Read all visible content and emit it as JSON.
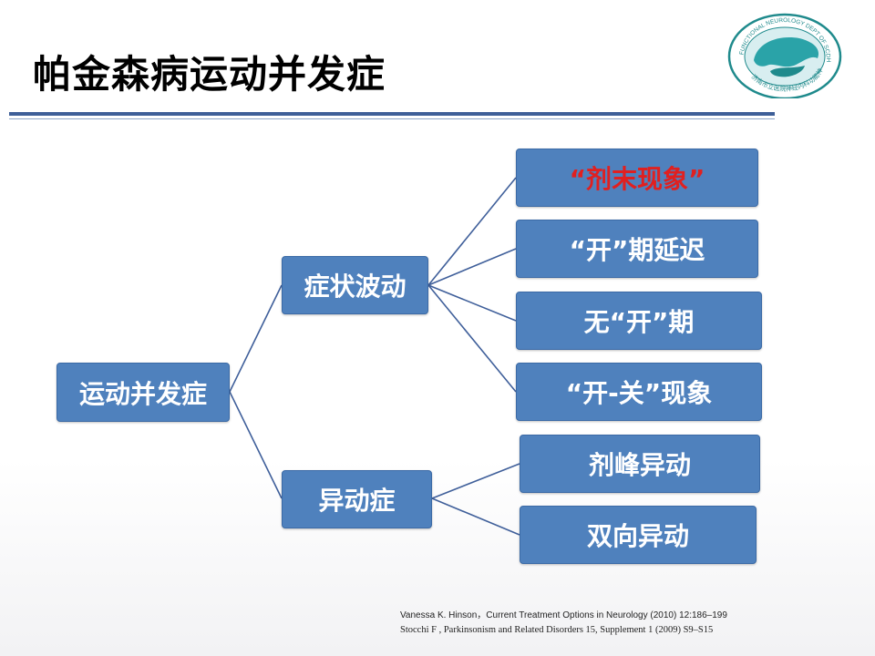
{
  "slide": {
    "title": "帕金森病运动并发症"
  },
  "logo": {
    "top_text": "FUNCTIONAL NEUROLOGY DEPT OF SCDH",
    "bottom_text": "济南市立医院神经内科功能神经科",
    "colors": {
      "ring": "#1f8a8c",
      "shape": "#2aa3a8",
      "inner": "#d8eef0"
    }
  },
  "tree": {
    "root": "运动并发症",
    "branches": [
      {
        "label": "症状波动",
        "leaves": [
          "“剂末现象”",
          "“开”期延迟",
          "无“开”期",
          "“开-关”现象"
        ]
      },
      {
        "label": "异动症",
        "leaves": [
          "剂峰异动",
          "双向异动"
        ]
      }
    ],
    "highlight_color": "#e02020",
    "box_color": "#4f81bd",
    "line_color": "#3f5f9a"
  },
  "references": {
    "ref1": "Vanessa K. Hinson，Current Treatment Options in Neurology (2010) 12:186–199",
    "ref2": "Stocchi F , Parkinsonism and Related Disorders 15, Supplement 1 (2009) S9–S15"
  }
}
